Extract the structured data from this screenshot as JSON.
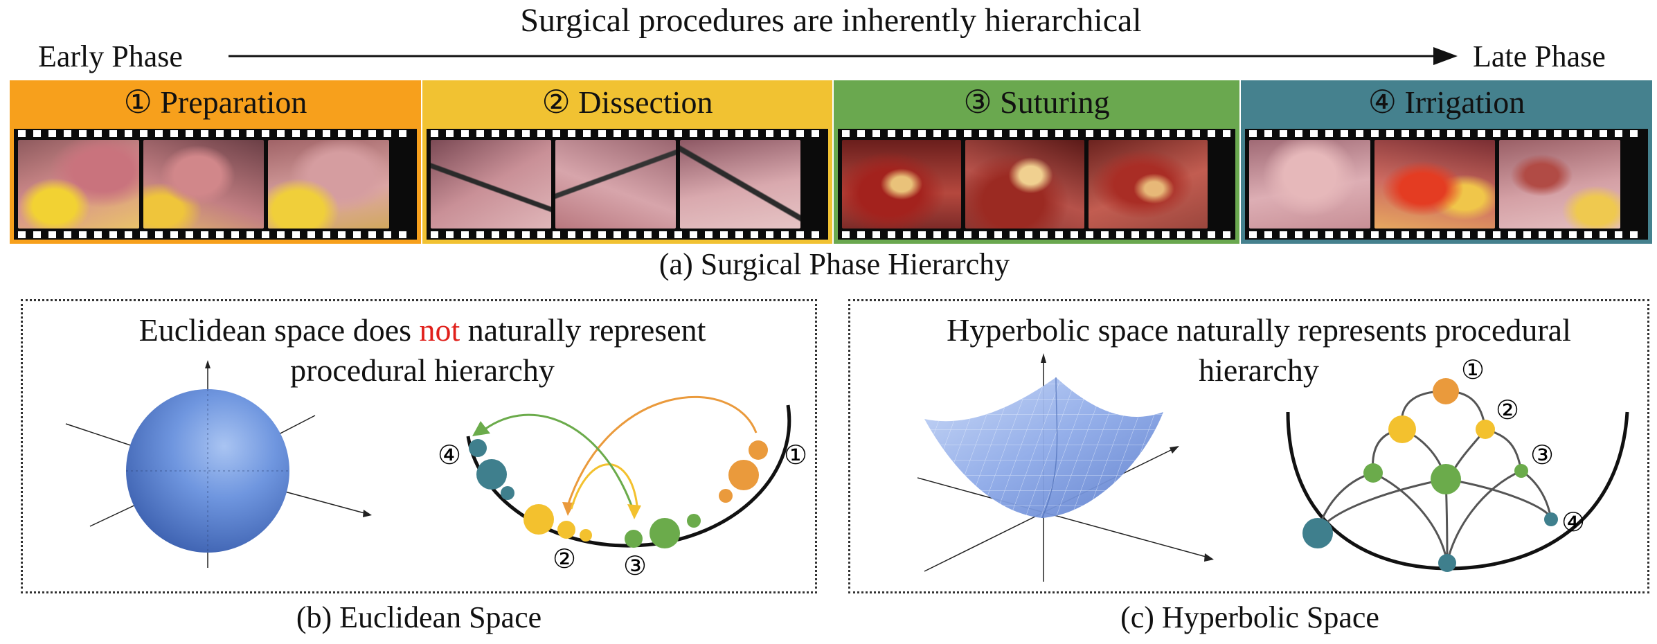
{
  "header": {
    "title": "Surgical procedures are inherently hierarchical",
    "early_label": "Early Phase",
    "late_label": "Late Phase"
  },
  "phases": [
    {
      "label": "① Preparation",
      "color": "#f7a01c"
    },
    {
      "label": "② Dissection",
      "color": "#f1c232"
    },
    {
      "label": "③ Suturing",
      "color": "#6aa84f"
    },
    {
      "label": "④ Irrigation",
      "color": "#45818e"
    }
  ],
  "captions": {
    "a": "(a) Surgical Phase Hierarchy",
    "b": "(b) Euclidean Space",
    "c": "(c) Hyperbolic Space"
  },
  "euclidean": {
    "title_before": "Euclidean space does ",
    "title_highlight": "not",
    "title_after": " naturally represent",
    "title_line2": "procedural hierarchy",
    "node_labels": [
      "①",
      "②",
      "③",
      "④"
    ]
  },
  "hyperbolic": {
    "title_line1": "Hyperbolic space naturally represents procedural",
    "title_line2": "hierarchy",
    "node_labels": [
      "①",
      "②",
      "③",
      "④"
    ]
  },
  "colors": {
    "orange": "#ea9a3c",
    "yellow": "#f3c12e",
    "green": "#6bab4b",
    "teal": "#3f7f8d",
    "highlight_red": "#e0201b"
  }
}
